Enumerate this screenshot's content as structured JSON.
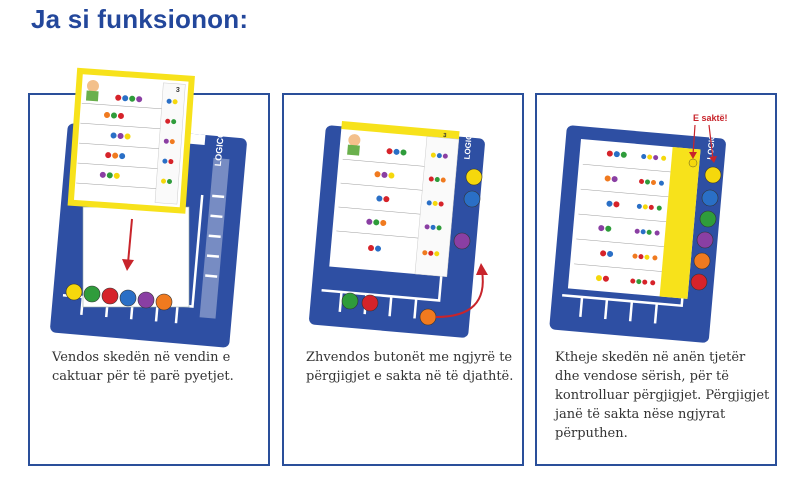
{
  "title": "Ja si funksionon:",
  "steps": [
    {
      "caption": "Vendos skedën në vendin e caktuar për të parë pyetjet."
    },
    {
      "caption": "Zhvendos butonët me ngjyrë te përgjigjet e sakta në të djathtë."
    },
    {
      "caption": "Ktheje skedën në anën tjetër dhe vendose sërish, për të kontrolluar përgjigjet. Përgjigjet janë të sakta nëse ngjyrat përputhen."
    }
  ],
  "brand": "LOGICO",
  "card_number": "3",
  "correct_label": "E saktë!",
  "colors": {
    "accent_blue": "#23479b",
    "board_blue": "#2e4fa3",
    "card_yellow": "#f7e21b",
    "button_yellow": "#f5d80c",
    "button_green": "#2f9c3b",
    "button_red": "#d6232a",
    "button_blue": "#2a6fc6",
    "button_purple": "#8a3fa3",
    "button_orange": "#f07a1f",
    "arrow_red": "#c8242b"
  }
}
